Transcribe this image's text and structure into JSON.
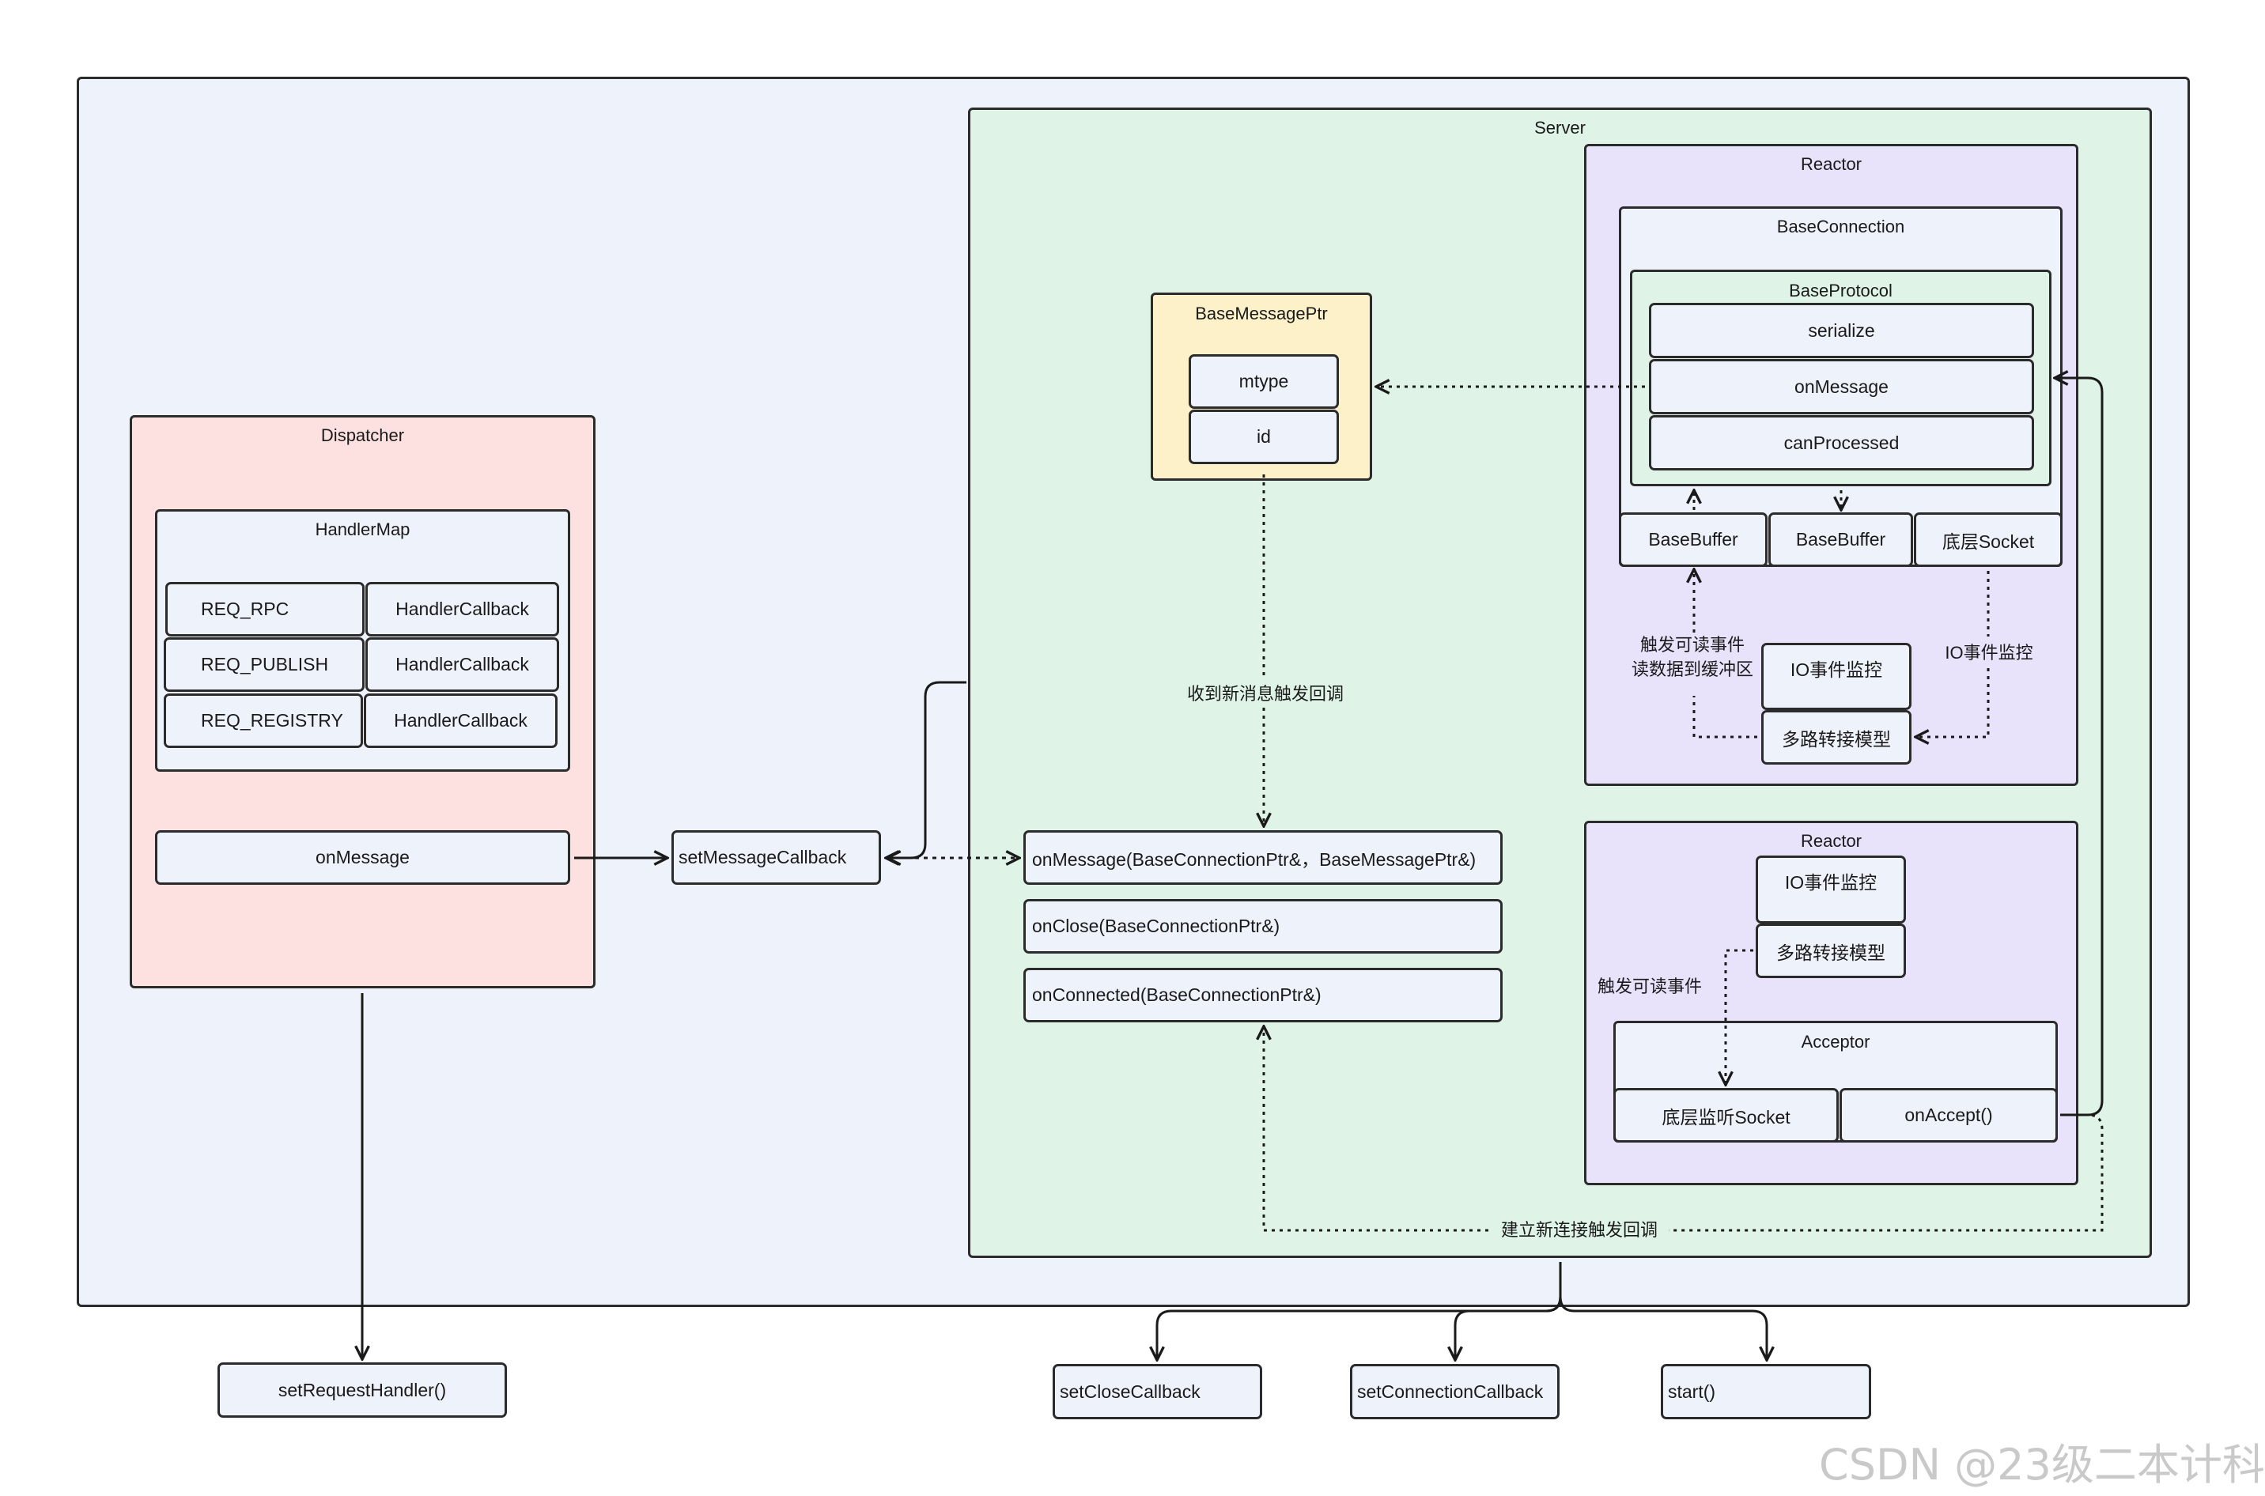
{
  "colors": {
    "outer_bg": "#eef2fb",
    "server_bg": "#dff4e6",
    "reactor_bg": "#e8e2fb",
    "dispatcher_bg": "#fde0e0",
    "message_ptr_bg": "#fdf1c9",
    "node_bg": "#eef2fb",
    "line": "#1a1a1a"
  },
  "server": {
    "title": "Server",
    "callbacks": [
      "onMessage(BaseConnectionPtr&，BaseMessagePtr&)",
      "onClose(BaseConnectionPtr&)",
      "onConnected(BaseConnectionPtr&)"
    ],
    "message_ptr": {
      "title": "BaseMessagePtr",
      "fields": [
        "mtype",
        "id"
      ]
    },
    "new_message_label": "收到新消息触发回调",
    "new_connection_label": "建立新连接触发回调"
  },
  "reactor_conn": {
    "title": "Reactor",
    "connection_title": "BaseConnection",
    "protocol_title": "BaseProtocol",
    "protocol_methods": [
      "serialize",
      "onMessage",
      "canProcessed"
    ],
    "buffers": [
      "BaseBuffer",
      "BaseBuffer",
      "底层Socket"
    ],
    "io_monitor": "IO事件监控",
    "multiplex": "多路转接模型",
    "readable_label": "触发可读事件\n读数据到缓冲区",
    "io_label": "IO事件监控"
  },
  "reactor_accept": {
    "title": "Reactor",
    "io_monitor": "IO事件监控",
    "multiplex": "多路转接模型",
    "readable_label": "触发可读事件",
    "acceptor_title": "Acceptor",
    "listen_socket": "底层监听Socket",
    "on_accept": "onAccept()"
  },
  "dispatcher": {
    "title": "Dispatcher",
    "map_title": "HandlerMap",
    "rows": [
      {
        "key": "REQ_RPC",
        "value": "HandlerCallback"
      },
      {
        "key": "REQ_PUBLISH",
        "value": "HandlerCallback"
      },
      {
        "key": "REQ_REGISTRY",
        "value": "HandlerCallback"
      }
    ],
    "on_message": "onMessage"
  },
  "set_message_callback": "setMessageCallback",
  "bottom": {
    "set_request_handler": "setRequestHandler()",
    "set_close_callback": "setCloseCallback",
    "set_connection_callback": "setConnectionCallback",
    "start": "start()"
  },
  "watermark": "CSDN @23级二本计科"
}
